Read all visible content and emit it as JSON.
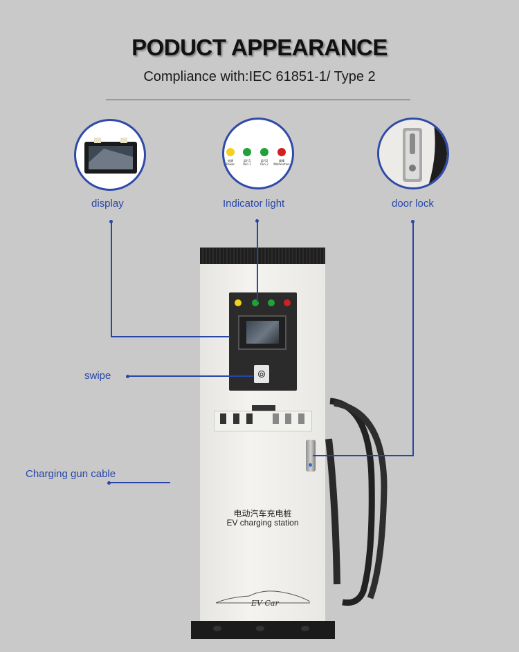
{
  "header": {
    "title": "PODUCT APPEARANCE",
    "subtitle": "Compliance with:IEC 61851-1/ Type 2"
  },
  "callouts": {
    "display": "display",
    "indicator": "Indicator light",
    "door_lock": "door lock",
    "swipe": "swipe",
    "cable": "Charging gun cable"
  },
  "indicator_lamps": {
    "power": "电源 Power",
    "run1": "运行1 Run 1",
    "run2": "运行2 Run 2",
    "malfunction": "故障 Malfunction"
  },
  "station": {
    "label_cn": "电动汽车充电桩",
    "label_en": "EV charging station",
    "logo_text": "EV Car"
  },
  "colors": {
    "accent": "#2746a8",
    "background": "#c9c9c9",
    "lamp_yellow": "#f2d21a",
    "lamp_green": "#1fa23a",
    "lamp_red": "#d12020"
  }
}
